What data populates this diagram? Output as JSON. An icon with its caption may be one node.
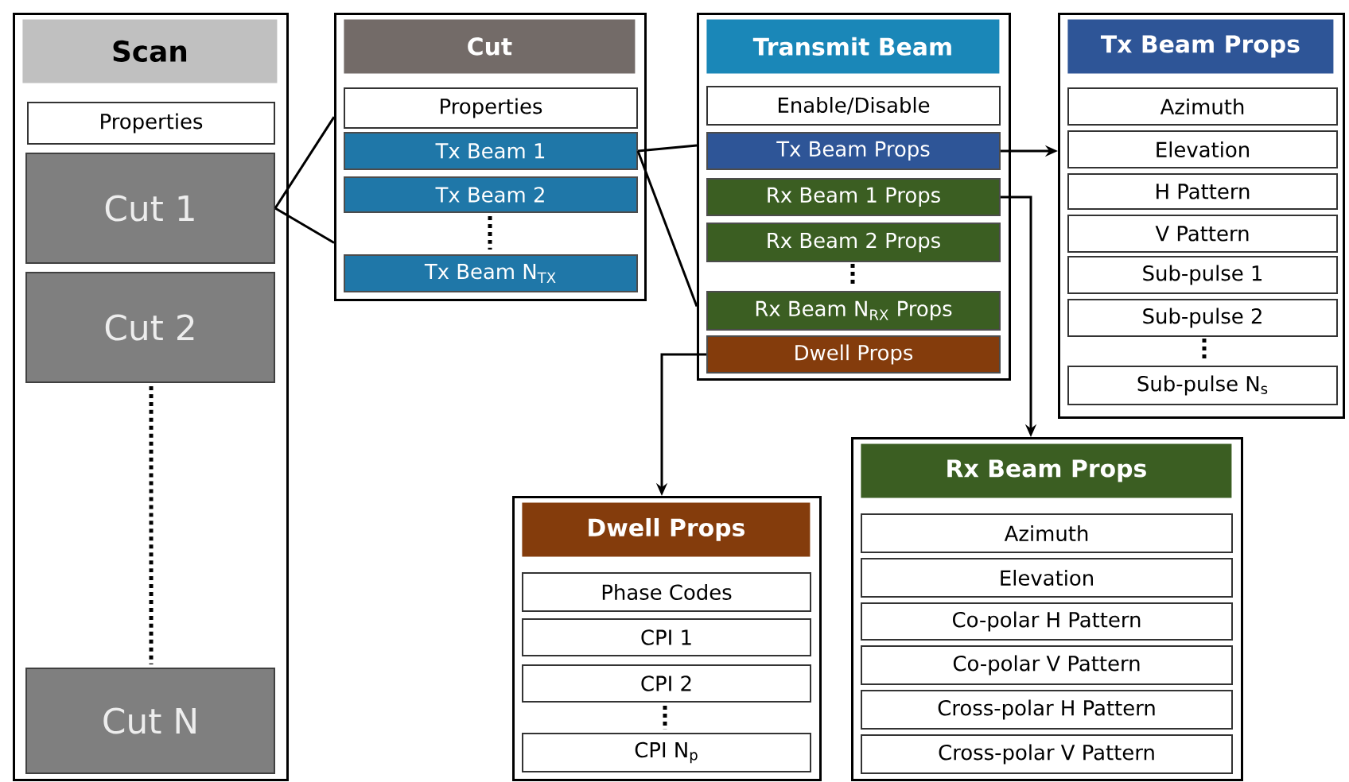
{
  "diagram": {
    "nodes": [
      {
        "text": [
          "Scan"
        ]
      },
      {
        "text": [
          "Properties"
        ],
        "in": 0
      },
      {
        "text": [
          "Cut 1"
        ],
        "in": 0
      },
      {
        "text": [
          "Cut 2"
        ],
        "in": 0
      },
      {
        "text": [
          "Cut N"
        ],
        "in": 0
      },
      {
        "text": [
          "Cut"
        ]
      },
      {
        "text": [
          "Properties"
        ],
        "in": 5
      },
      {
        "text": [
          "Tx Beam 1"
        ],
        "in": 5
      },
      {
        "text": [
          "Tx Beam 2"
        ],
        "in": 5
      },
      {
        "text": [
          "Tx Beam N$_{TX}$"
        ],
        "in": 5
      },
      {
        "text": [
          "Transmit Beam"
        ]
      },
      {
        "text": [
          "Enable/Disable"
        ],
        "in": 10
      },
      {
        "text": [
          "Tx Beam Props"
        ],
        "in": 10
      },
      {
        "text": [
          "Rx Beam 1 Props"
        ],
        "in": 10
      },
      {
        "text": [
          "Rx Beam 2 Props"
        ],
        "in": 10
      },
      {
        "text": [
          "Rx Beam N$_{RX}$ Props"
        ],
        "in": 10
      },
      {
        "text": [
          "Dwell Props"
        ],
        "in": 10
      },
      {
        "text": [
          "Tx Beam Props"
        ]
      },
      {
        "text": [
          "Azimuth"
        ],
        "in": 17
      },
      {
        "text": [
          "Elevation"
        ],
        "in": 17
      },
      {
        "text": [
          "H Pattern"
        ],
        "in": 17
      },
      {
        "text": [
          "V Pattern"
        ],
        "in": 17
      },
      {
        "text": [
          "Sub-pulse 1"
        ],
        "in": 17
      },
      {
        "text": [
          "Sub-pulse 2"
        ],
        "in": 17
      },
      {
        "text": [
          "Sub-pulse N$_{s}$"
        ],
        "in": 17
      },
      {
        "text": [
          "Rx Beam Props"
        ]
      },
      {
        "text": [
          "Azimuth"
        ],
        "in": 25
      },
      {
        "text": [
          "Elevation"
        ],
        "in": 25
      },
      {
        "text": [
          "Co-polar H Pattern"
        ],
        "in": 25
      },
      {
        "text": [
          "Co-polar V Pattern"
        ],
        "in": 25
      },
      {
        "text": [
          "Cross-polar H Pattern"
        ],
        "in": 25
      },
      {
        "text": [
          "Cross-polar V Pattern"
        ],
        "in": 25
      },
      {
        "text": [
          "Dwell Props"
        ]
      },
      {
        "text": [
          "Phase Codes"
        ],
        "in": 32
      },
      {
        "text": [
          "CPI 1"
        ],
        "in": 32
      },
      {
        "text": [
          "CPI 2"
        ],
        "in": 32
      },
      {
        "text": [
          "CPI N$_{p}$"
        ],
        "in": 32
      }
    ],
    "edges": [
      {
        "from": 2,
        "to": 5,
        "arrow": "none"
      },
      {
        "from": 7,
        "to": 10,
        "arrow": "none"
      },
      {
        "from": 12,
        "to": 17,
        "arrow": "to"
      },
      {
        "from": 13,
        "to": 25,
        "arrow": "to"
      },
      {
        "from": 16,
        "to": 32,
        "arrow": "to"
      }
    ]
  }
}
